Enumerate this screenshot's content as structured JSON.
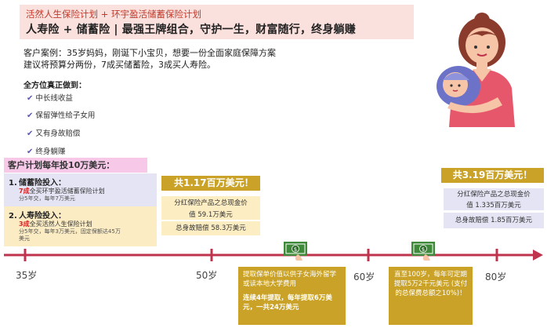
{
  "header": {
    "subtitle": "活然人生保险计划 + 环宇盈活储蓄保险计划",
    "title": "人寿险 + 储蓄险 | 最强王牌组合，守护一生，财富随行，终身躺赚"
  },
  "intro": {
    "line1": "客户案例：35岁妈妈，刚诞下小宝贝，想要一份全面家庭保障方案",
    "line2": "建议将预算分两份，7成买储蓄险，3成买人寿险。"
  },
  "benefits": {
    "title": "全方位真正做到：",
    "items": [
      "中长线收益",
      "保留弹性给子女用",
      "又有身故赔偿",
      "终身躺赚"
    ]
  },
  "plan": {
    "header": "客户计划每年投10万美元：",
    "savings": {
      "num": "1.",
      "title": "储蓄险投入：",
      "ratio": "7成",
      "desc": "全买环宇盈活储蓄保险计划",
      "note": "分5年交，每年7万美元"
    },
    "life": {
      "num": "2.",
      "title": "人寿险投入：",
      "ratio": "3成",
      "desc": "全买活然人生保险计划",
      "note1": "分5年交，每年3万美元，固定保额达45万",
      "note2": "美元"
    }
  },
  "mid_summary": {
    "header": "共1.17百万美元！",
    "line1": "分红保险产品之总现金价",
    "line2": "值 59.1万美元",
    "line3": "总身故赔偿 58.3万美元"
  },
  "right_summary": {
    "header": "共3.19百万美元！",
    "line1": "分红保险产品之总现金价",
    "line2": "值 1.335百万美元",
    "line3": "总身故赔偿 1.85百万美元"
  },
  "timeline": {
    "ages": [
      "35岁",
      "50岁",
      "60岁",
      "80岁"
    ],
    "color": "#c0334d"
  },
  "note_a": {
    "p1": "提取保单价值以供子女海外留学或读本地大学费用",
    "p2": "连续4年提取，每年提取6万美元，一共24万美元"
  },
  "note_b": {
    "p1": "直至100岁，每年可定期提取5万2千元美元 (支付的总保费总额之10%)！"
  },
  "icons": {
    "check": "check-icon",
    "money": "money-cash-icon",
    "mother": "mother-baby-illustration"
  },
  "colors": {
    "gold": "#c9a227",
    "pink": "#fbe1dd",
    "lavender": "#e4e4f4",
    "cream": "#fcedc2",
    "red": "#d62020"
  }
}
